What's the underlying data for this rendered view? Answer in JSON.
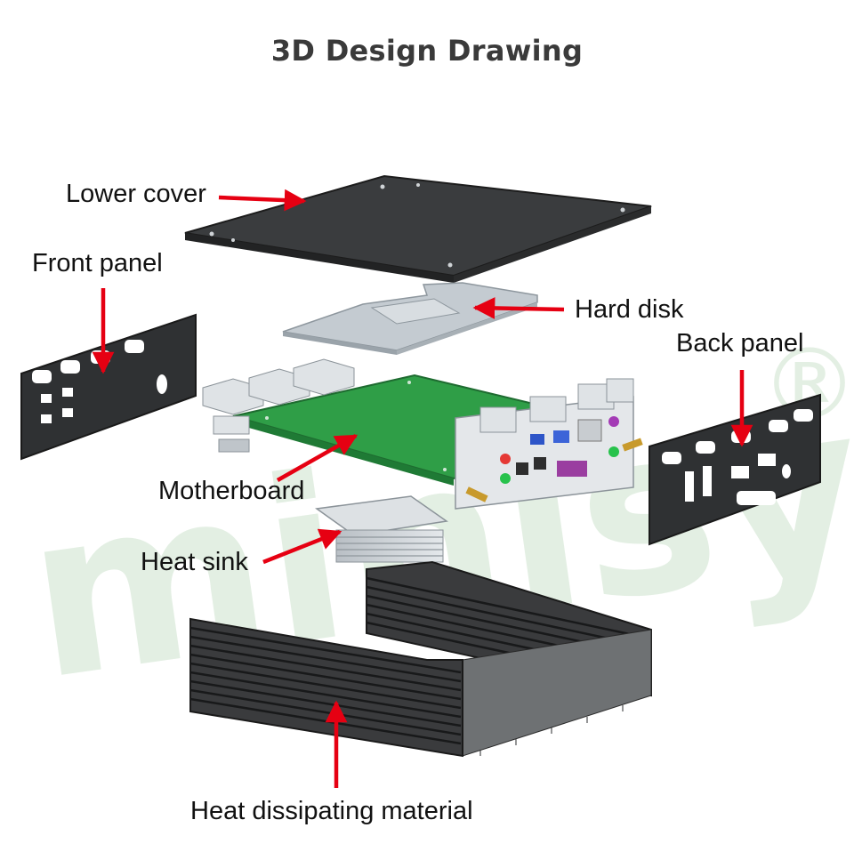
{
  "title": "3D Design Drawing",
  "labels": {
    "lower_cover": "Lower cover",
    "front_panel": "Front panel",
    "hard_disk": "Hard disk",
    "back_panel": "Back panel",
    "motherboard": "Motherboard",
    "heat_sink": "Heat sink",
    "heat_dissipating": "Heat dissipating material"
  },
  "watermark": {
    "text": "minisys",
    "mark": "®"
  },
  "colors": {
    "arrow": "#e60012",
    "cover": "#3a3c3e",
    "panel": "#2f3133",
    "bracket": "#c4cbd1",
    "pcb": "#2f9e47",
    "heatsink": "#c9ced3",
    "chassis": "#38393b",
    "watermark": "#e3efe3"
  }
}
